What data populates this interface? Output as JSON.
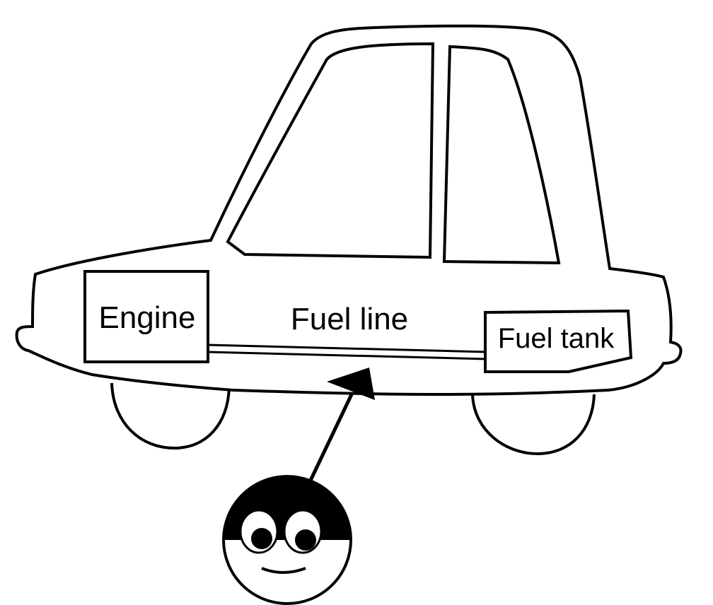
{
  "diagram": {
    "labels": {
      "engine": "Engine",
      "fuel_line": "Fuel line",
      "fuel_tank": "Fuel tank"
    },
    "colors": {
      "stroke": "#000000",
      "fill": "#ffffff"
    },
    "icons": [
      "car-body-icon",
      "person-face-icon",
      "arrow-icon"
    ]
  }
}
